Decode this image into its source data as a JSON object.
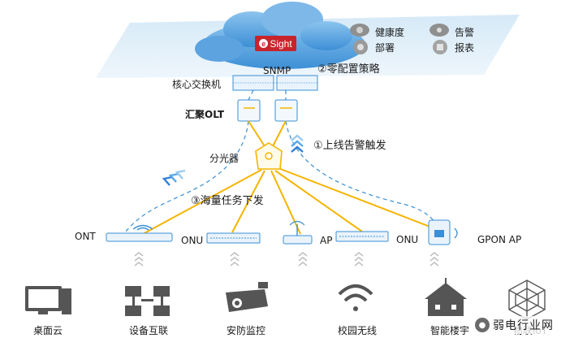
{
  "cloud": {
    "logo_prefix": "e",
    "logo_text": "Sight",
    "protocol": "SNMP"
  },
  "cloud_features": [
    {
      "label": "健康度",
      "icon": "health-icon"
    },
    {
      "label": "部署",
      "icon": "deploy-icon"
    },
    {
      "label": "告警",
      "icon": "alarm-icon"
    },
    {
      "label": "报表",
      "icon": "report-icon"
    }
  ],
  "steps": {
    "zero_config": "②零配置策略",
    "online_alarm": "①上线告警触发",
    "mass_task": "③海量任务下发"
  },
  "devices": {
    "core_switch": "核心交换机",
    "aggregation_olt": "汇聚OLT",
    "splitter": "分光器",
    "ont": "ONT",
    "onu_switch": "ONU",
    "ap": "AP",
    "onu_ap": "ONU",
    "gpon_ap": "GPON AP"
  },
  "scenarios": [
    "桌面云",
    "设备互联",
    "安防监控",
    "校园无线",
    "智能楼宇",
    "物联IoT"
  ],
  "watermark": "弱电行业网",
  "colors": {
    "fiber": "#f5b400",
    "network": "#3a8fd6",
    "arrow": "#2f7fd8",
    "cloud": "#5aa7e0",
    "logo": "#c8242b"
  }
}
